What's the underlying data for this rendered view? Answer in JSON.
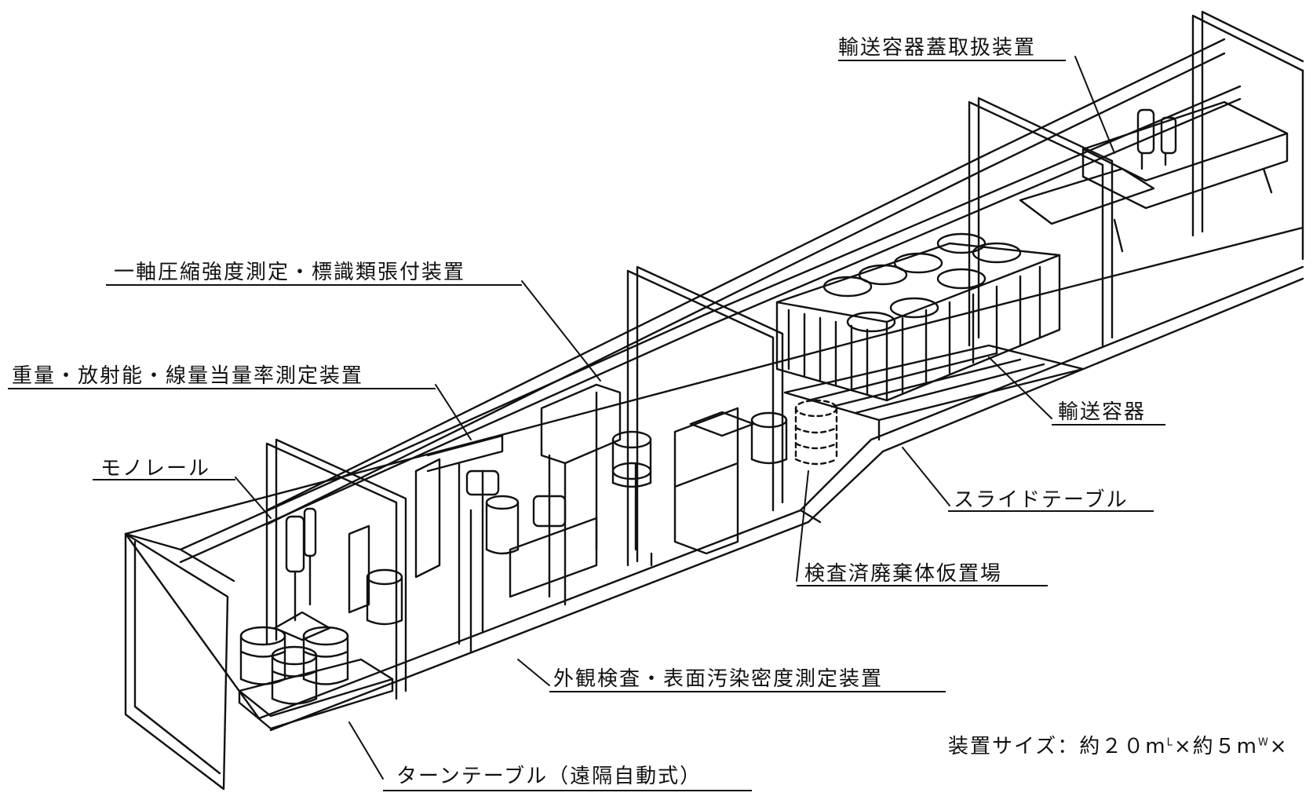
{
  "labels": {
    "lid_handler": "輸送容器蓋取扱装置",
    "compression": "一軸圧縮強度測定・標識類張付装置",
    "weight": "重量・放射能・線量当量率測定装置",
    "monorail": "モノレール",
    "container": "輸送容器",
    "slide_table": "スライドテーブル",
    "temp_storage": "検査済廃棄体仮置場",
    "appearance": "外観検査・表面汚染密度測定装置",
    "turntable": "ターンテーブル（遠隔自動式）"
  },
  "size_note": {
    "prefix": "装置サイズ：約２０m",
    "sup_l": "L",
    "mid": "×約５m",
    "sup_w": "W",
    "suffix": "×"
  }
}
